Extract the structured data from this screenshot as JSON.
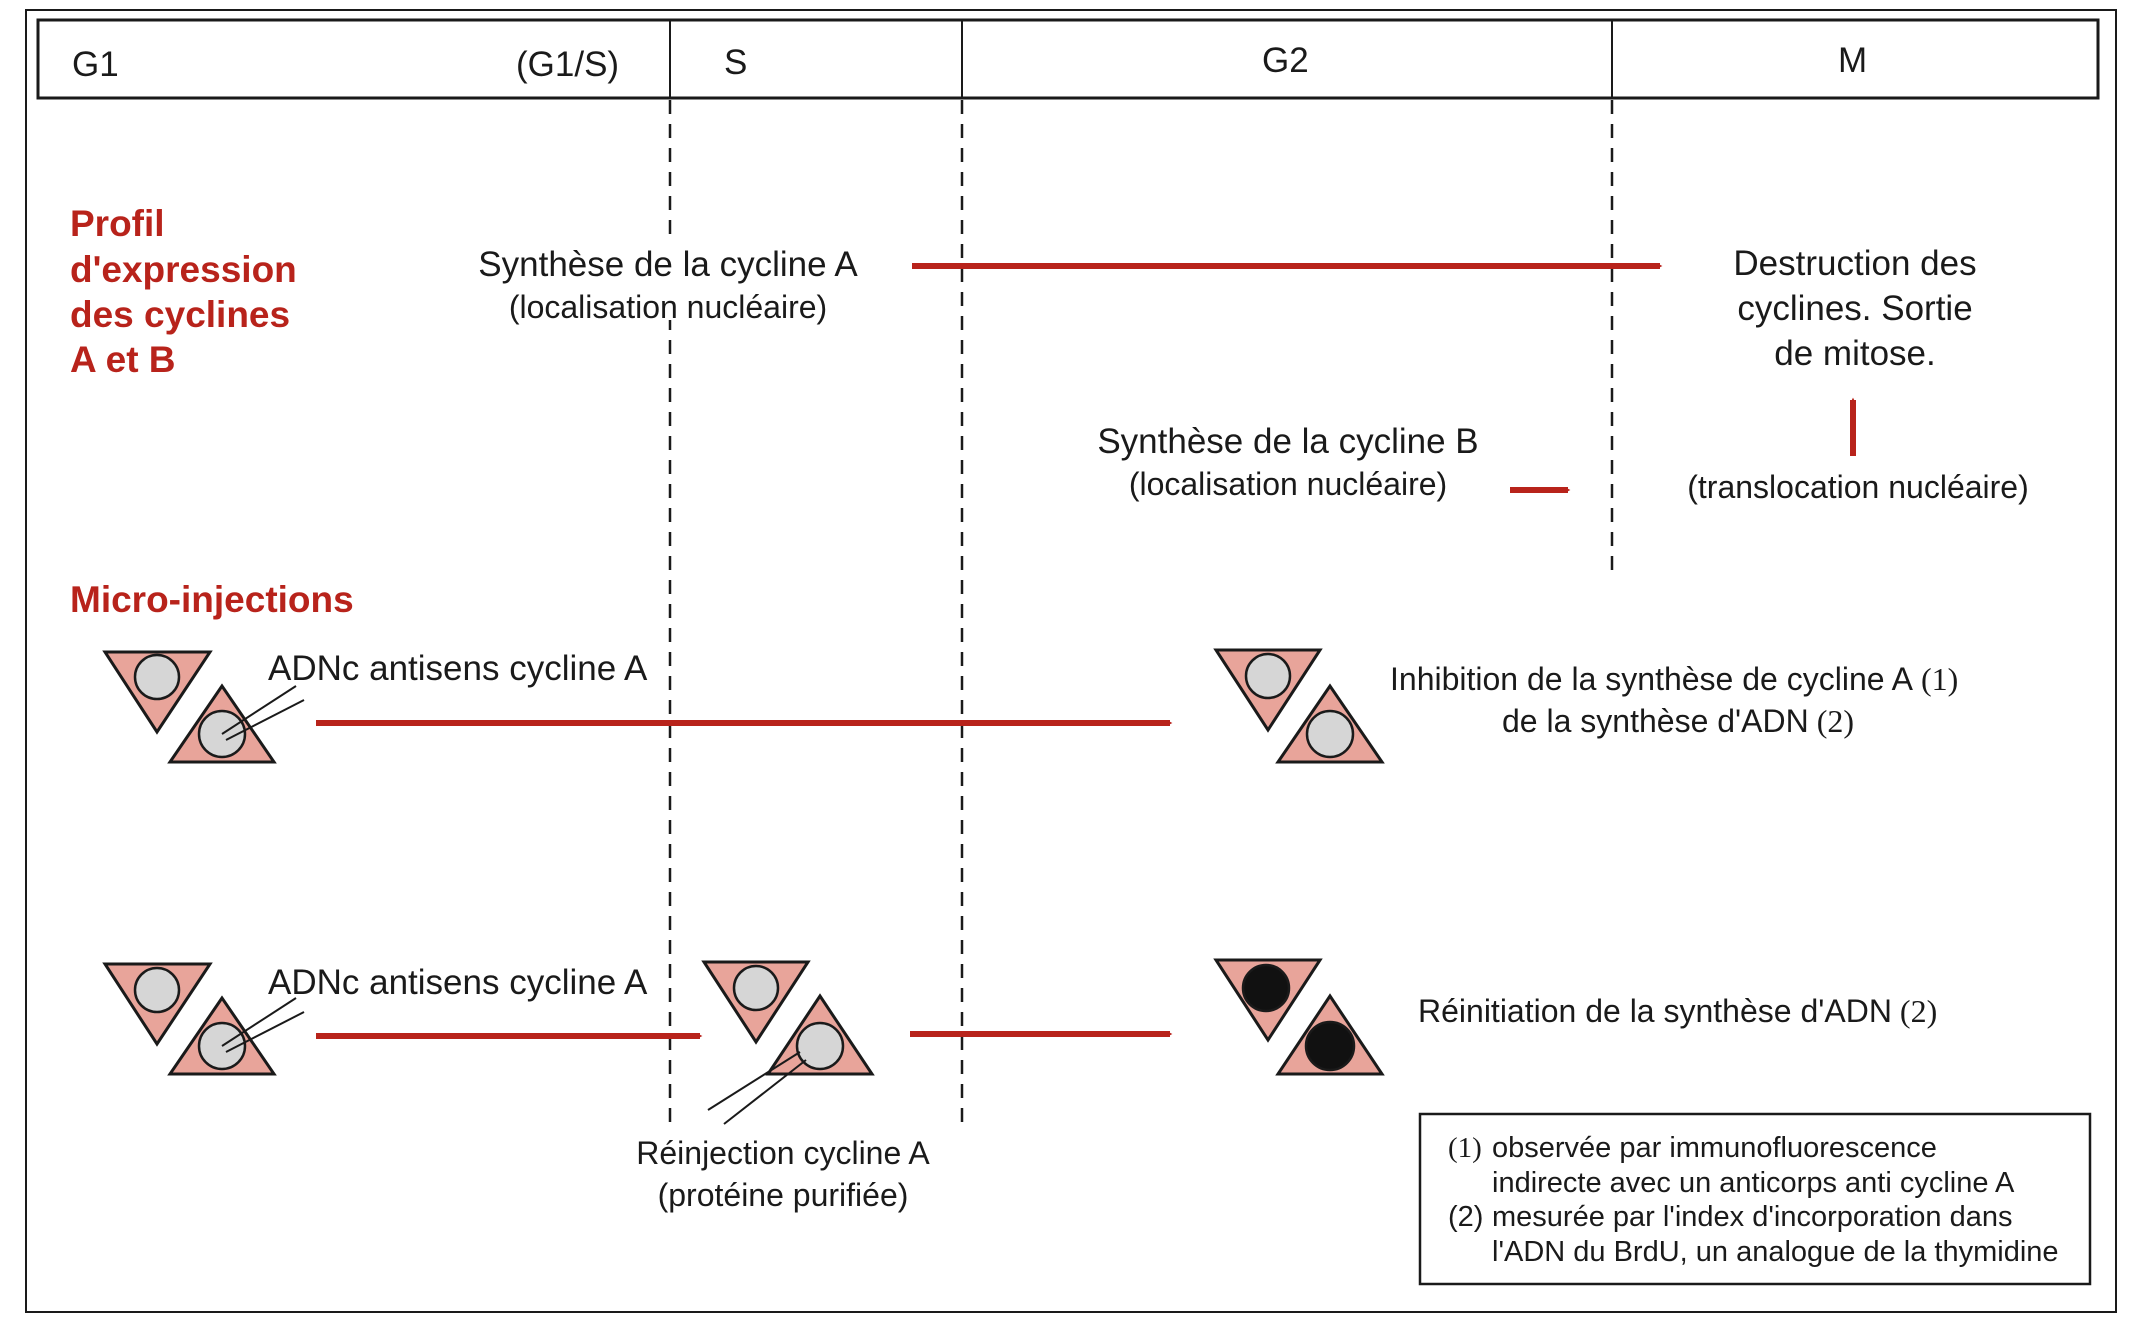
{
  "colors": {
    "accent": "#b8231b",
    "triangle_fill": "#e8a49a",
    "nucleus_fill": "#d6d6d6",
    "nucleus_dark": "#111111",
    "frame": "#1a1a1a"
  },
  "header": {
    "g1": "G1",
    "g1s": "(G1/S)",
    "s": "S",
    "g2": "G2",
    "m": "M"
  },
  "profile": {
    "title": [
      "Profil",
      "d'expression",
      "des cyclines",
      "A et B"
    ],
    "cyclinA_title": "Synthèse de la cycline A",
    "cyclinA_sub": "(localisation nucléaire)",
    "destruction": [
      "Destruction des",
      "cyclines. Sortie",
      "de mitose."
    ],
    "cyclinB_title": "Synthèse de la cycline B",
    "cyclinB_sub": "(localisation nucléaire)",
    "translocation": "(translocation nucléaire)"
  },
  "micro": {
    "title": "Micro-injections",
    "row1_label": "ADNc antisens cycline A",
    "row1_result_1": "Inhibition de la synthèse de cycline A",
    "row1_result_1_ref": "(1)",
    "row1_result_2": "de la synthèse d'ADN",
    "row1_result_2_ref": "(2)",
    "row2_label": "ADNc antisens cycline A",
    "row2_result": "Réinitiation de la synthèse d'ADN",
    "row2_result_ref": "(2)",
    "reinjection_title": "Réinjection cycline A",
    "reinjection_sub": "(protéine purifiée)"
  },
  "footnotes": {
    "n1_ref": "(1)",
    "n1_line1": "observée par immunofluorescence",
    "n1_line2": "indirecte avec un anticorps anti cycline A",
    "n2_ref": "(2)",
    "n2_line1": "mesurée par l'index d'incorporation dans",
    "n2_line2": "l'ADN du BrdU, un analogue de la thymidine"
  }
}
